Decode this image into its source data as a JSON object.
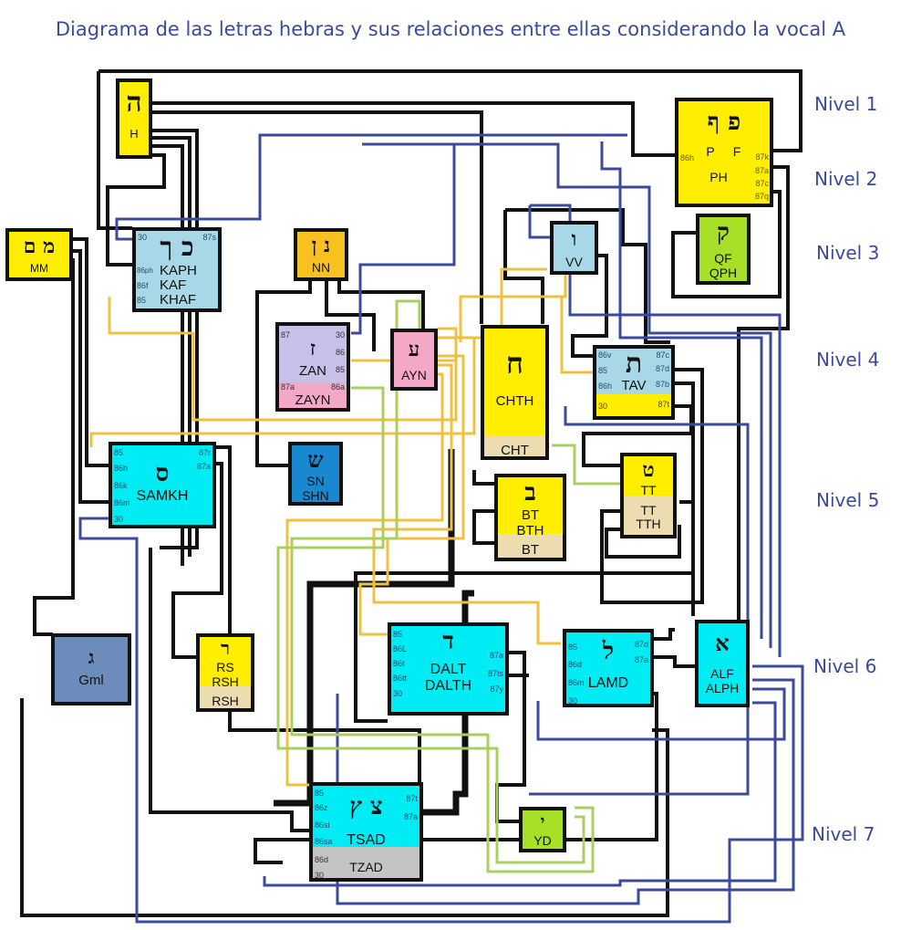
{
  "title": "Diagrama de las letras hebras y sus relaciones entre ellas considerando la vocal A",
  "levels": [
    "Nivel 1",
    "Nivel 2",
    "Nivel 3",
    "Nivel 4",
    "Nivel 5",
    "Nivel 6",
    "Nivel 7"
  ],
  "colors": {
    "title": "#3b4a9b",
    "wire_black": "#111111",
    "wire_blue": "#3b4a9b",
    "wire_yellow": "#f0c040",
    "wire_green": "#a8d060",
    "yellow": "#ffee00",
    "cyan": "#00ecf4",
    "light_blue": "#a8d8e8",
    "lavender": "#c8c0e8",
    "pink": "#f4a8c8",
    "orange": "#f8c020",
    "green": "#a8e028",
    "steel": "#6c8cbc",
    "deep_blue": "#1a88d0",
    "beige": "#ecdcb0",
    "gray": "#c4c4c4"
  },
  "nodes": {
    "H": {
      "hebrew": "ה",
      "names": [
        "H"
      ]
    },
    "PH": {
      "hebrew": "פ ף",
      "names": [
        "P",
        "F",
        "PH"
      ],
      "ports": [
        "86h",
        "87k",
        "87a",
        "87c",
        "87q"
      ]
    },
    "MM": {
      "hebrew": "מ ם",
      "names": [
        "MM"
      ]
    },
    "KAPH": {
      "hebrew": "כ ך",
      "names": [
        "KAPH",
        "KAF",
        "KHAF"
      ],
      "ports": [
        "30",
        "87s",
        "86ph",
        "86f",
        "85"
      ]
    },
    "NN": {
      "hebrew": "נ ן",
      "names": [
        "NN"
      ]
    },
    "QF": {
      "hebrew": "ק",
      "names": [
        "QF",
        "QPH"
      ]
    },
    "VV": {
      "hebrew": "ו",
      "names": [
        "VV"
      ]
    },
    "ZAN": {
      "hebrew": "ז",
      "names": [
        "ZAN",
        "ZAYN"
      ],
      "ports": [
        "87",
        "30",
        "86",
        "85",
        "87a",
        "86a"
      ]
    },
    "AYN": {
      "hebrew": "ע",
      "names": [
        "AYN"
      ]
    },
    "CHTH": {
      "hebrew": "ח",
      "names": [
        "CHTH",
        "CHT"
      ]
    },
    "TAV": {
      "hebrew": "ת",
      "names": [
        "TAV"
      ],
      "ports": [
        "86v",
        "85",
        "86h",
        "30",
        "87c",
        "87d",
        "87b",
        "87t"
      ]
    },
    "SAMKH": {
      "hebrew": "ס",
      "names": [
        "SAMKH"
      ],
      "ports": [
        "85",
        "86h",
        "86k",
        "86m",
        "30",
        "87r",
        "87a"
      ]
    },
    "SN": {
      "hebrew": "ש",
      "names": [
        "SN",
        "SHN"
      ]
    },
    "BT": {
      "hebrew": "ב",
      "names": [
        "BT",
        "BTH",
        "BT"
      ]
    },
    "TT": {
      "hebrew": "ט",
      "names": [
        "TT",
        "TT",
        "TTH"
      ]
    },
    "GML": {
      "hebrew": "ג",
      "names": [
        "Gml"
      ]
    },
    "RS": {
      "hebrew": "ר",
      "names": [
        "RS",
        "RSH",
        "RSH"
      ]
    },
    "DALT": {
      "hebrew": "ד",
      "names": [
        "DALT",
        "DALTH"
      ],
      "ports": [
        "85",
        "86L",
        "86t",
        "86tt",
        "30",
        "87a",
        "87ts",
        "87y"
      ]
    },
    "LAMD": {
      "hebrew": "ל",
      "names": [
        "LAMD"
      ],
      "ports": [
        "85",
        "86d",
        "86m",
        "30",
        "87d",
        "87a"
      ]
    },
    "ALF": {
      "hebrew": "א",
      "names": [
        "ALF",
        "ALPH"
      ]
    },
    "TSAD": {
      "hebrew": "צ ץ",
      "names": [
        "TSAD",
        "TZAD"
      ],
      "ports": [
        "85",
        "86z",
        "86si",
        "86sa",
        "86d",
        "30",
        "87t",
        "87a"
      ]
    },
    "YD": {
      "hebrew": "י",
      "names": [
        "YD"
      ]
    }
  }
}
